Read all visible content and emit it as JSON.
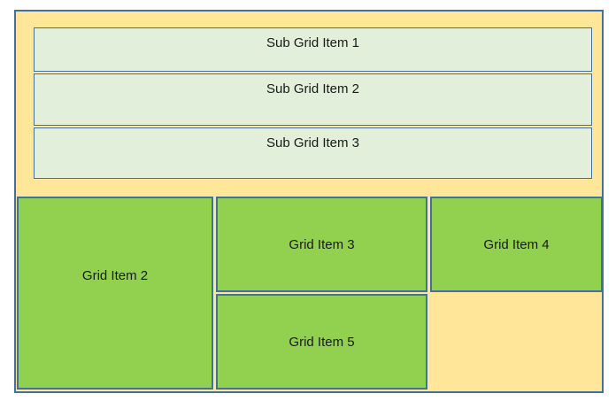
{
  "colors": {
    "page_bg": "#FFFFFF",
    "container_bg": "#FFE699",
    "border_blue": "#41719C",
    "sub_item_bg": "#E2EFDA",
    "grid_item_bg": "#92D050",
    "text_color": "#1A1A1A"
  },
  "sub_grid": {
    "items": [
      {
        "label": "Sub Grid Item 1"
      },
      {
        "label": "Sub Grid Item 2"
      },
      {
        "label": "Sub Grid Item 3"
      }
    ]
  },
  "main_grid": {
    "items": [
      {
        "label": "Grid Item 2"
      },
      {
        "label": "Grid Item 3"
      },
      {
        "label": "Grid Item 4"
      },
      {
        "label": "Grid Item 5"
      }
    ]
  }
}
